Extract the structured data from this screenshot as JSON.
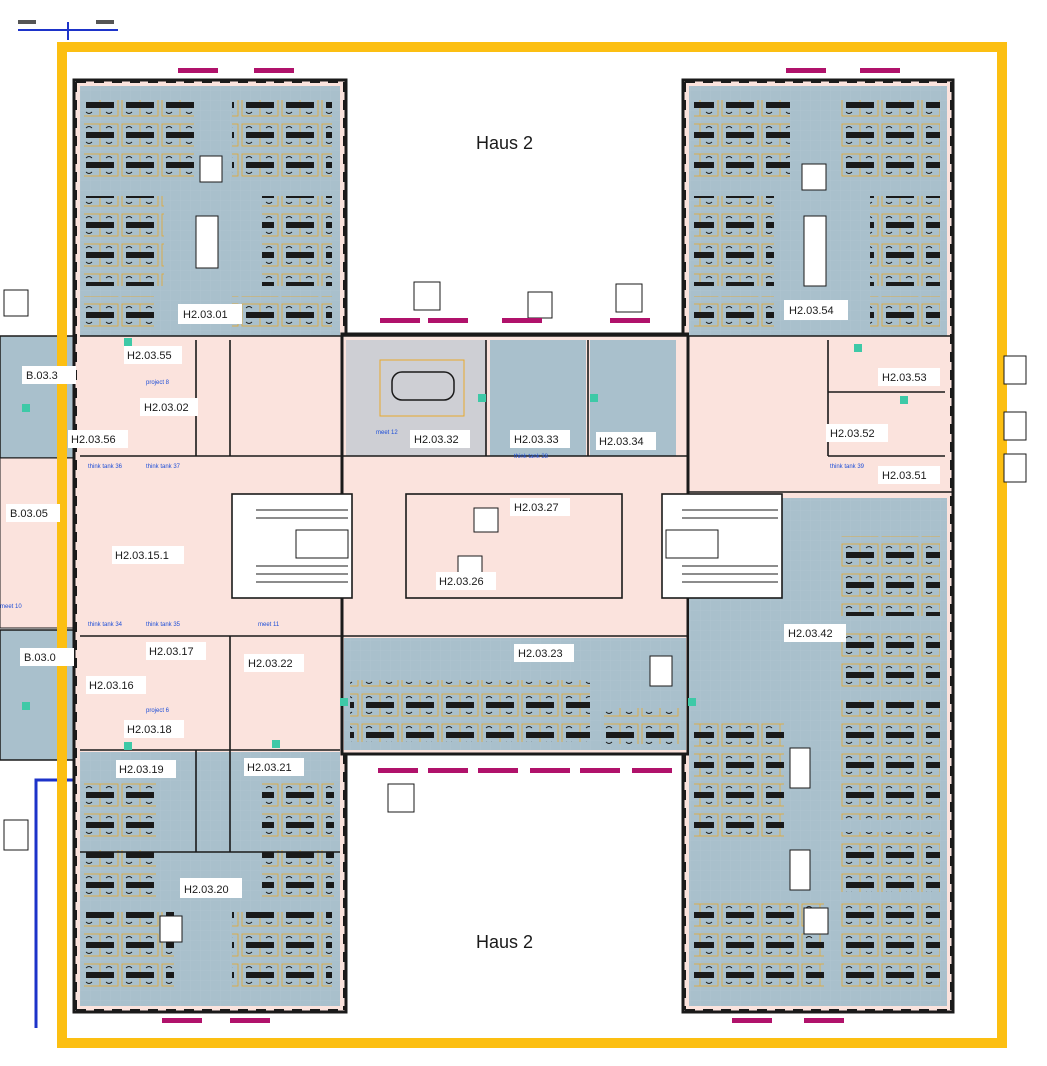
{
  "colors": {
    "boundary": "#fcbf12",
    "wall": "#1a1a1a",
    "office_fill": "#a9c0cc",
    "core_fill": "#fbe3dd",
    "desk": "#e8a92c",
    "tag": "#b0126b",
    "neighbor_line": "#1d33c9",
    "sensor": "#3ec9a7"
  },
  "building": {
    "haus_top": "Haus 2",
    "haus_bottom": "Haus 2"
  },
  "rooms": [
    {
      "id": "H2.03.01"
    },
    {
      "id": "H2.03.54"
    },
    {
      "id": "H2.03.55"
    },
    {
      "id": "H2.03.02"
    },
    {
      "id": "H2.03.56"
    },
    {
      "id": "H2.03.32"
    },
    {
      "id": "H2.03.33"
    },
    {
      "id": "H2.03.34"
    },
    {
      "id": "H2.03.53"
    },
    {
      "id": "H2.03.52"
    },
    {
      "id": "H2.03.51"
    },
    {
      "id": "H2.03.27"
    },
    {
      "id": "H2.03.15.1"
    },
    {
      "id": "H2.03.26"
    },
    {
      "id": "H2.03.17"
    },
    {
      "id": "H2.03.22"
    },
    {
      "id": "H2.03.23"
    },
    {
      "id": "H2.03.42"
    },
    {
      "id": "H2.03.16"
    },
    {
      "id": "H2.03.18"
    },
    {
      "id": "H2.03.19"
    },
    {
      "id": "H2.03.21"
    },
    {
      "id": "H2.03.20"
    }
  ],
  "neighbor_rooms": [
    {
      "id": "B.03.3"
    },
    {
      "id": "B.03.05"
    },
    {
      "id": "B.03.0"
    }
  ],
  "notes": {
    "project_upper": "project 8",
    "project_lower": "project 6",
    "meet_upper": "meet 12",
    "meet_lower": "meet 11",
    "meet_left": "meet 10",
    "think_tank_1": "think tank 36",
    "think_tank_2": "think tank 37",
    "think_tank_3": "think tank 34",
    "think_tank_4": "think tank 35",
    "think_tank_5": "think tank 38",
    "think_tank_6": "think tank 39"
  }
}
